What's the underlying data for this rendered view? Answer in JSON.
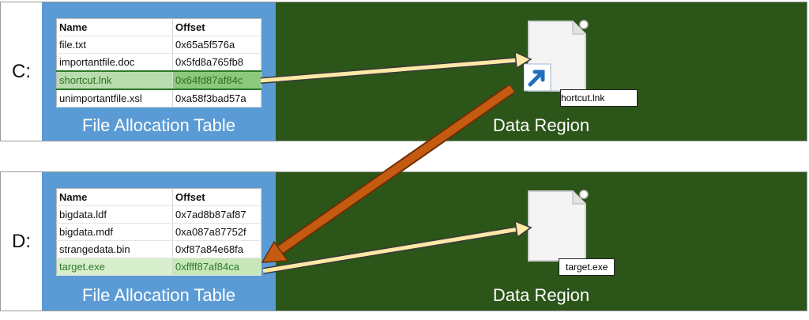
{
  "drives": [
    {
      "letter": "C:",
      "fat_title": "File Allocation Table",
      "region_title": "Data Region",
      "headers": [
        "Name",
        "Offset"
      ],
      "rows": [
        {
          "name": "file.txt",
          "offset": "0x65a5f576a"
        },
        {
          "name": "importantfile.doc",
          "offset": "0x5fd8a765fb8"
        },
        {
          "name": "shortcut.lnk",
          "offset": "0x64fd87af84c"
        },
        {
          "name": "unimportantfile.xsl",
          "offset": "0xa58f3bad57a"
        }
      ],
      "file_label": "shortcut.lnk",
      "file_icon": "shortcut-file-icon"
    },
    {
      "letter": "D:",
      "fat_title": "File Allocation Table",
      "region_title": "Data Region",
      "headers": [
        "Name",
        "Offset"
      ],
      "rows": [
        {
          "name": "bigdata.ldf",
          "offset": "0x7ad8b87af87"
        },
        {
          "name": "bigdata.mdf",
          "offset": "0xa087a87752f"
        },
        {
          "name": "strangedata.bin",
          "offset": "0xf87a84e68fa"
        },
        {
          "name": "target.exe",
          "offset": "0xffff87af84ca"
        }
      ],
      "file_label": "target.exe",
      "file_icon": "document-file-icon"
    }
  ],
  "colors": {
    "fat_blue": "#5b9bd5",
    "region_green": "#2b5519",
    "pointer_arrow": "#fde8a6",
    "shortcut_arrow": "#c55a11",
    "highlight_green": "#b9dcae"
  }
}
